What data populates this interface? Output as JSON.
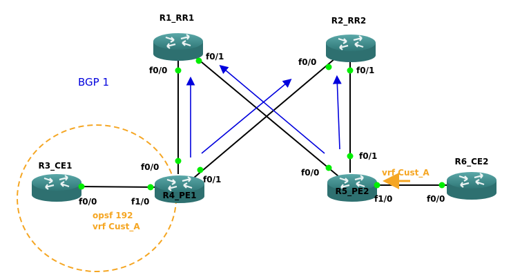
{
  "title": "BGP 1",
  "colors": {
    "link": "#000000",
    "port": "#00ee00",
    "arrow_blue": "#0000dd",
    "accent_orange": "#f5a623",
    "router": "#3e8c8c"
  },
  "routers": [
    {
      "id": "r1",
      "name": "R1_RR1"
    },
    {
      "id": "r2",
      "name": "R2_RR2"
    },
    {
      "id": "r3",
      "name": "R3_CE1"
    },
    {
      "id": "r4",
      "name": "R4_PE1"
    },
    {
      "id": "r5",
      "name": "R5_PE2"
    },
    {
      "id": "r6",
      "name": "R6_CE2"
    }
  ],
  "ports": {
    "r1_f00": "f0/0",
    "r1_f01": "f0/1",
    "r2_f00": "f0/0",
    "r2_f01": "f0/1",
    "r3_f00": "f0/0",
    "r4_f00": "f0/0",
    "r4_f01": "f0/1",
    "r4_f10": "f1/0",
    "r5_f01": "f0/1",
    "r5_f00": "f0/0",
    "r5_f10": "f1/0",
    "r6_f00": "f0/0"
  },
  "annotations": {
    "ce1_ospf": "opsf 192",
    "ce1_vrf": "vrf Cust_A",
    "ce2_vrf": "vrf Cust_A"
  }
}
